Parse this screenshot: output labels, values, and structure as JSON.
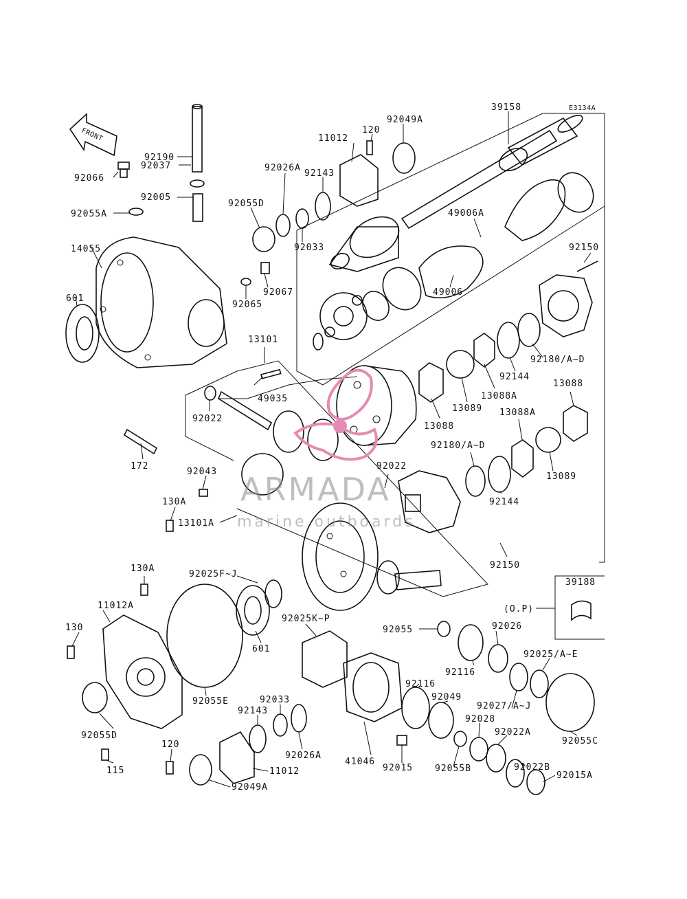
{
  "diagram": {
    "ref_code": "E3134A",
    "front_label": "FRONT",
    "labels": {
      "p92190": "92190",
      "p92037": "92037",
      "p92005": "92005",
      "p92066": "92066",
      "p92055A": "92055A",
      "p14055": "14055",
      "p601a": "601",
      "p92055D_top": "92055D",
      "p92026A_top": "92026A",
      "p92143_top": "92143",
      "p11012_top": "11012",
      "p120_top": "120",
      "p92049A_top": "92049A",
      "p39158": "39158",
      "p92033_top": "92033",
      "p92065": "92065",
      "p92067": "92067",
      "p49006A": "49006A",
      "p49006": "49006",
      "p92150_top": "92150",
      "p13101": "13101",
      "p49035": "49035",
      "p92022a": "92022",
      "p172": "172",
      "p92043": "92043",
      "p130A_mid": "130A",
      "p13101A": "13101A",
      "p92180_top": "92180/A~D",
      "p92144_top": "92144",
      "p13088A_top": "13088A",
      "p13089_top": "13089",
      "p13088_left": "13088",
      "p13088_right": "13088",
      "p13088A_mid": "13088A",
      "p92180_mid": "92180/A~D",
      "p92022b": "92022",
      "p92144_mid": "92144",
      "p13089_mid": "13089",
      "p92150_mid": "92150",
      "p39188": "39188",
      "pOP": "(O.P)",
      "p130A_low": "130A",
      "p92025FJ": "92025F~J",
      "p11012A": "11012A",
      "p130": "130",
      "p601b": "601",
      "p92025KP": "92025K~P",
      "p92055E": "92055E",
      "p92055": "92055",
      "p92026": "92026",
      "p92025AE": "92025/A~E",
      "p92116a": "92116",
      "p92116b": "92116",
      "p92033_low": "92033",
      "p92143_low": "92143",
      "p92049": "92049",
      "p92027": "92027/A~J",
      "p92055D_low": "92055D",
      "p92026A_low": "92026A",
      "p41046": "41046",
      "p92028": "92028",
      "p92022A": "92022A",
      "p92055C": "92055C",
      "p120_low": "120",
      "p11012_low": "11012",
      "p115": "115",
      "p92015": "92015",
      "p92055B": "92055B",
      "p92022B": "92022B",
      "p92015A": "92015A",
      "p92049A_low": "92049A"
    }
  },
  "watermark": {
    "brand": "ARMADA",
    "tagline": "marine outboards",
    "logo_color": "#e58ab3",
    "text_color": "#8a8a8a"
  }
}
